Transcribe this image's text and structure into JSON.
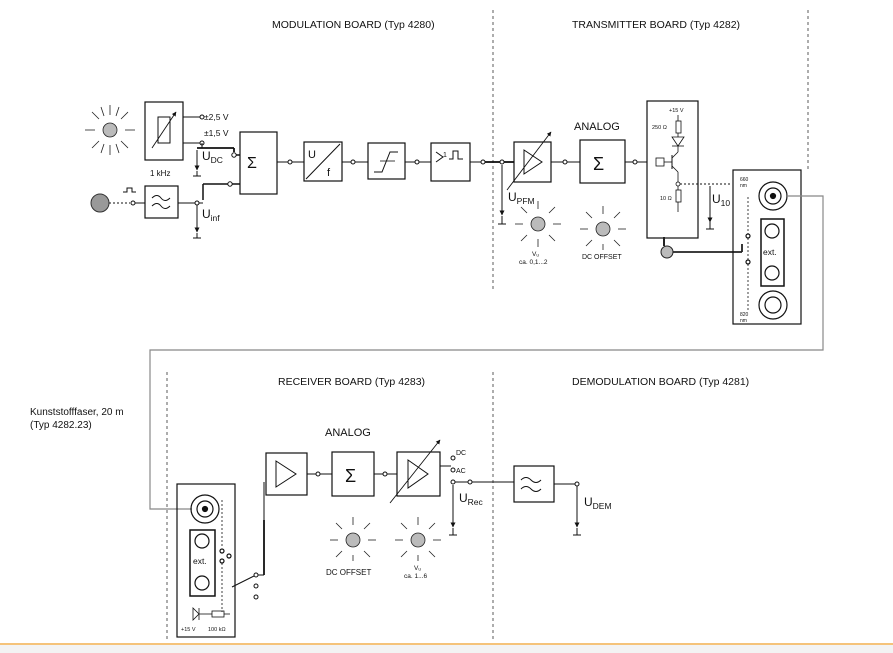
{
  "boards": {
    "modulation": "MODULATION BOARD (Typ 4280)",
    "transmitter": "TRANSMITTER BOARD (Typ 4282)",
    "receiver": "RECEIVER BOARD (Typ 4283)",
    "demodulation": "DEMODULATION BOARD (Typ 4281)"
  },
  "modulation": {
    "v_plus": "±2,5 V",
    "v_15": "±1,5 V",
    "u_dc_main": "U",
    "u_dc_sub": "DC",
    "freq": "1 kHz",
    "u_inf_main": "U",
    "u_inf_sub": "inf",
    "sigma": "Σ",
    "uf_u": "U",
    "uf_f": "f"
  },
  "transmitter": {
    "analog": "ANALOG",
    "upfm_main": "U",
    "upfm_sub": "PFM",
    "vu": "Vᵤ",
    "vu_range": "ca. 0,1...2",
    "dc_offset": "DC OFFSET",
    "sigma": "Σ",
    "plus15": "+15 V",
    "r250": "250 Ω",
    "r10": "10 Ω",
    "u10_main": "U",
    "u10_sub": "10",
    "nm660": "660 nm",
    "nm820": "820 nm",
    "ext": "ext."
  },
  "fiber": {
    "line1": "Kunststofffaser, 20 m",
    "line2": "(Typ 4282.23)"
  },
  "receiver": {
    "analog": "ANALOG",
    "sigma": "Σ",
    "dc": "DC",
    "ac": "AC",
    "urec_main": "U",
    "urec_sub": "Rec",
    "dc_offset": "DC OFFSET",
    "vu": "Vᵤ",
    "vu_range": "ca. 1...6",
    "ext": "ext.",
    "plus15": "+15 V",
    "r100k": "100 kΩ"
  },
  "demodulation": {
    "udem_main": "U",
    "udem_sub": "DEM"
  }
}
